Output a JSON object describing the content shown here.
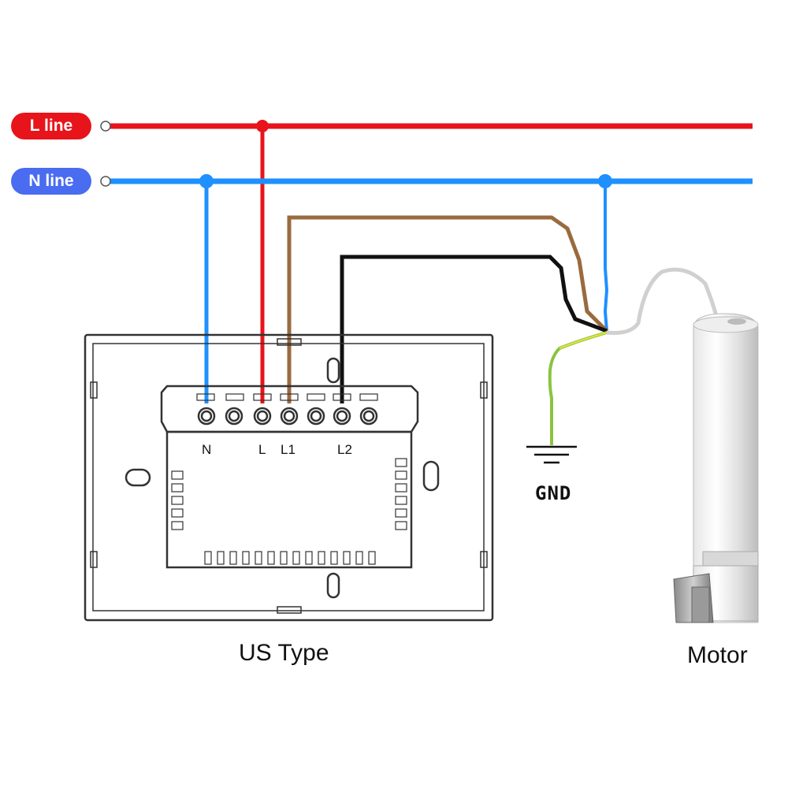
{
  "lines": {
    "live": {
      "label": "L line",
      "color": "#e8141b"
    },
    "neutral": {
      "label": "N line",
      "color": "#1e90ff",
      "pill_color": "#4a6cf0"
    }
  },
  "wire_colors": {
    "brown": "#9a6a3f",
    "black": "#111111",
    "earth": "#7fbf3f"
  },
  "terminals": {
    "n": "N",
    "l": "L",
    "l1": "L1",
    "l2": "L2"
  },
  "labels": {
    "switch": "US Type",
    "motor": "Motor",
    "ground": "GND"
  }
}
